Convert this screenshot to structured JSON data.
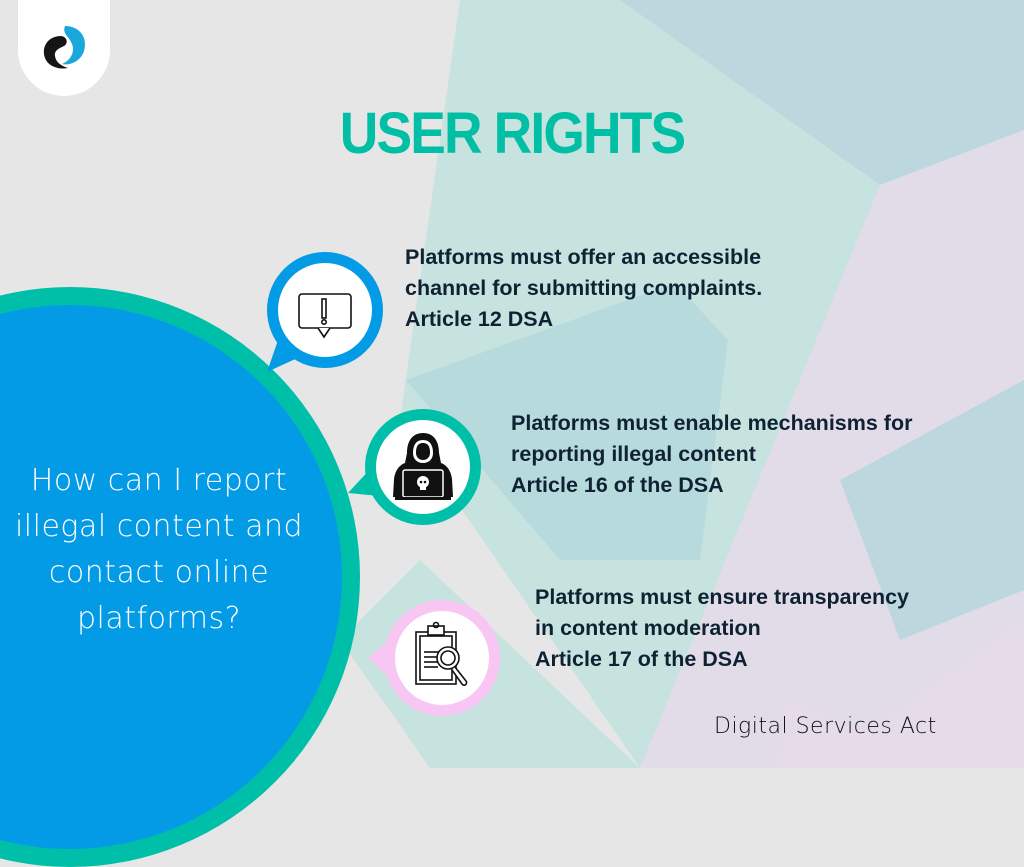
{
  "header": {
    "title": "USER RIGHTS",
    "logo_icon": "brand-logo-icon"
  },
  "center": {
    "question_lines": [
      "How can I report",
      "illegal content and",
      "contact online",
      "platforms?"
    ]
  },
  "items": [
    {
      "icon": "warning-message-icon",
      "ring_color": "#039be5",
      "lines": [
        "Platforms must offer an accessible",
        "channel for submitting complaints.",
        "Article 12 DSA"
      ]
    },
    {
      "icon": "hacker-icon",
      "ring_color": "#00bfa8",
      "lines": [
        "Platforms must enable mechanisms for",
        "reporting illegal content",
        "Article 16 of the DSA"
      ]
    },
    {
      "icon": "clipboard-search-icon",
      "ring_color": "#f8c6f2",
      "lines": [
        "Platforms must ensure transparency",
        "in content moderation",
        "Article 17 of the DSA"
      ]
    }
  ],
  "footer": {
    "label": "Digital Services Act"
  },
  "colors": {
    "title": "#00bfa5",
    "teal": "#00bfa8",
    "blue": "#039be5",
    "pink": "#f8c6f2",
    "text_dark": "#0f2233",
    "background": "#e6e6e6"
  }
}
